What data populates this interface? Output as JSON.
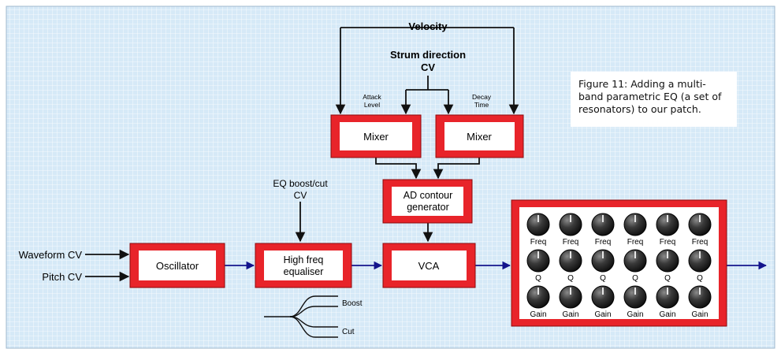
{
  "caption": "Figure 11: Adding a multi-band parametric EQ (a set of resonators) to our patch.",
  "inputs": {
    "velocity": "Velocity",
    "strum_direction": "Strum direction",
    "strum_cv": "CV",
    "attack_level": [
      "Attack",
      "Level"
    ],
    "decay_time": [
      "Decay",
      "Time"
    ],
    "eq_boost_cut": "EQ boost/cut",
    "eq_cv": "CV",
    "waveform_cv": "Waveform CV",
    "pitch_cv": "Pitch CV"
  },
  "modules": {
    "mixer_left": "Mixer",
    "mixer_right": "Mixer",
    "ad_contour": [
      "AD contour",
      "generator"
    ],
    "oscillator": "Oscillator",
    "high_freq_eq": [
      "High freq",
      "equaliser"
    ],
    "vca": "VCA"
  },
  "resonator_bank": {
    "rows": [
      "Freq",
      "Q",
      "Gain"
    ],
    "columns": 6
  },
  "eq_curve": {
    "boost": "Boost",
    "cut": "Cut"
  },
  "colors": {
    "background": "#d6e9f7",
    "grid": "#ffffff",
    "module_border": "#e8242a",
    "signal_line": "#14148c",
    "control_line": "#111111"
  }
}
